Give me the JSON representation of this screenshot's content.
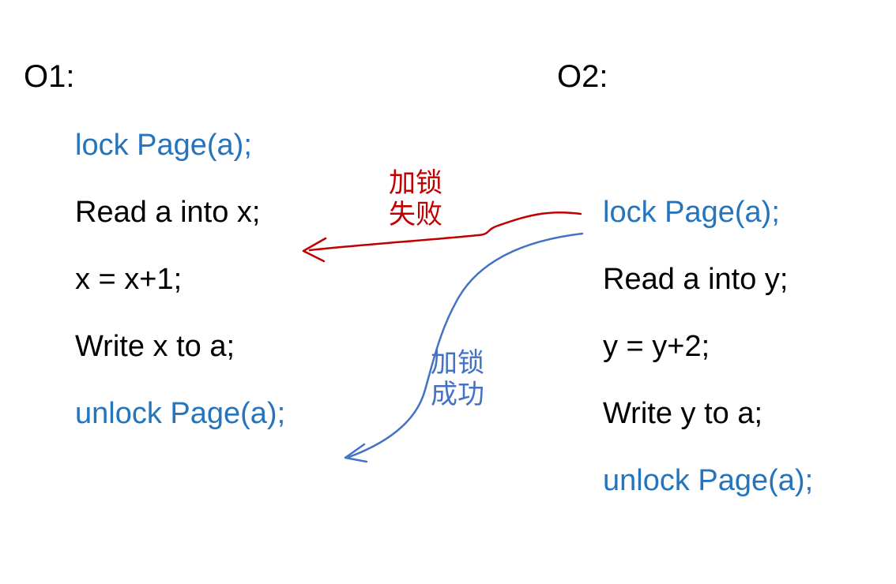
{
  "o1": {
    "title": "O1:",
    "lines": [
      {
        "text": "lock Page(a);",
        "style": "blue"
      },
      {
        "text": "Read a into x;",
        "style": "black"
      },
      {
        "text": "x = x+1;",
        "style": "black"
      },
      {
        "text": "Write x to a;",
        "style": "black"
      },
      {
        "text": "unlock Page(a);",
        "style": "blue"
      }
    ]
  },
  "o2": {
    "title": "O2:",
    "lines": [
      {
        "text": "lock Page(a);",
        "style": "blue"
      },
      {
        "text": "Read a into y;",
        "style": "black"
      },
      {
        "text": "y = y+2;",
        "style": "black"
      },
      {
        "text": "Write y to a;",
        "style": "black"
      },
      {
        "text": "unlock Page(a);",
        "style": "blue"
      }
    ]
  },
  "annotations": {
    "lock_fail": {
      "label": "加锁\n失败",
      "meaning": "lock failed"
    },
    "lock_success": {
      "label": "加锁\n成功",
      "meaning": "lock succeeded"
    }
  },
  "colors": {
    "code_blue": "#2474BE",
    "text_black": "#000000",
    "fail_red": "#C00000",
    "success_blue": "#4472C4"
  }
}
